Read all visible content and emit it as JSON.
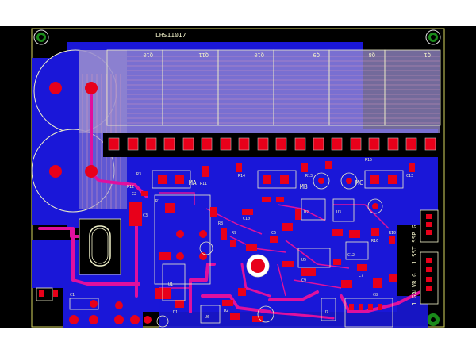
{
  "board": {
    "title": "LHS11017",
    "colors": {
      "background": "#000000",
      "copper_top": "#1a17d8",
      "copper_bottom": "#e0109e",
      "pad": "#e8001a",
      "silk": "#f0f0c8",
      "outline": "#d8d860",
      "overlay": "#9a8ecf"
    }
  },
  "transistor_labels": [
    "Q10",
    "Q11",
    "Q10",
    "Q9",
    "Q8",
    "Q1"
  ],
  "motor_labels": {
    "ma": "MA",
    "mb": "MB",
    "mc": "MC"
  },
  "connector_labels": {
    "sensor": "1 SST SSP G",
    "galvo": "1 GALVR G"
  },
  "ref_labels": [
    "R3",
    "R1",
    "C2",
    "C1",
    "R14",
    "R13",
    "C13",
    "R11",
    "R12",
    "R15",
    "C3",
    "U1",
    "U2",
    "U3",
    "U5",
    "U6",
    "U7",
    "C10",
    "R8",
    "R9",
    "C6",
    "C12",
    "R16",
    "R10",
    "C7",
    "C8",
    "C9",
    "D1",
    "D2"
  ]
}
